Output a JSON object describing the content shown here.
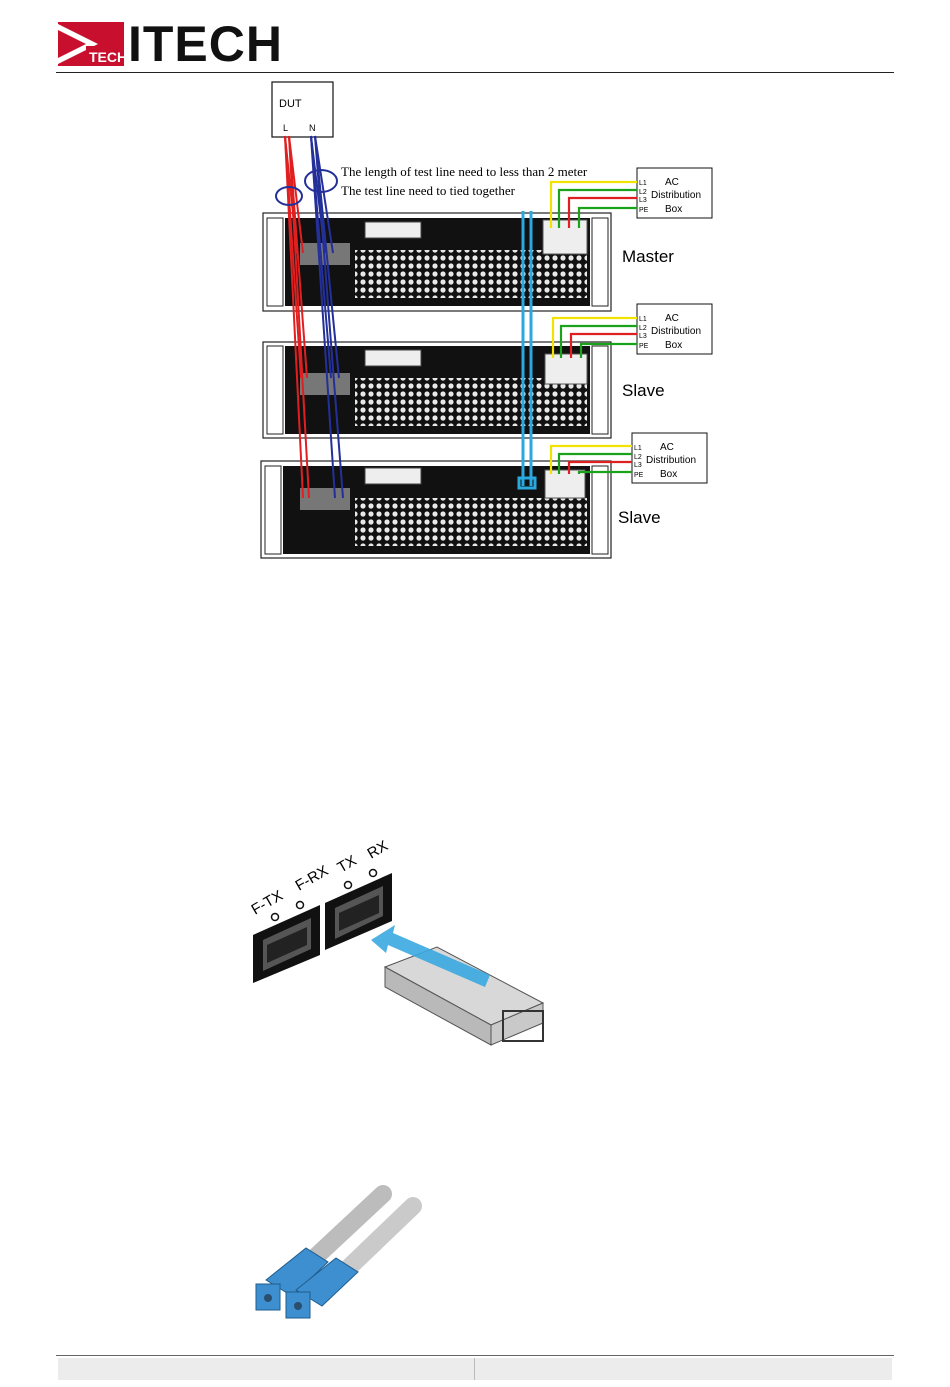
{
  "header": {
    "logo_small": "TECH",
    "logo_word": "ITECH"
  },
  "wiring_figure": {
    "dut_label": "DUT",
    "dut_pin_l": "L",
    "dut_pin_n": "N",
    "note_line_1": "The length of test line need to less than 2 meter",
    "note_line_2": "The test line need to tied together",
    "units": [
      {
        "role": "Master",
        "box_title": "AC",
        "box_sub": "Distribution",
        "box_end": "Box",
        "pins": [
          "L1",
          "L2",
          "L3",
          "PE"
        ]
      },
      {
        "role": "Slave",
        "box_title": "AC",
        "box_sub": "Distribution",
        "box_end": "Box",
        "pins": [
          "L1",
          "L2",
          "L3",
          "PE"
        ]
      },
      {
        "role": "Slave",
        "box_title": "AC",
        "box_sub": "Distribution",
        "box_end": "Box",
        "pins": [
          "L1",
          "L2",
          "L3",
          "PE"
        ]
      }
    ],
    "colors": {
      "l_wire": "#e02020",
      "n_wire": "#24309a",
      "fiber": "#29a9e0",
      "yellow": "#f2e200",
      "green": "#1aa31a",
      "red": "#e02020"
    }
  },
  "sfp_figure": {
    "port_labels": [
      "F-TX",
      "F-RX",
      "TX",
      "RX"
    ],
    "arrow_color": "#3aa8e0"
  },
  "lc_figure": {
    "connector_color": "#3d8fd0"
  }
}
